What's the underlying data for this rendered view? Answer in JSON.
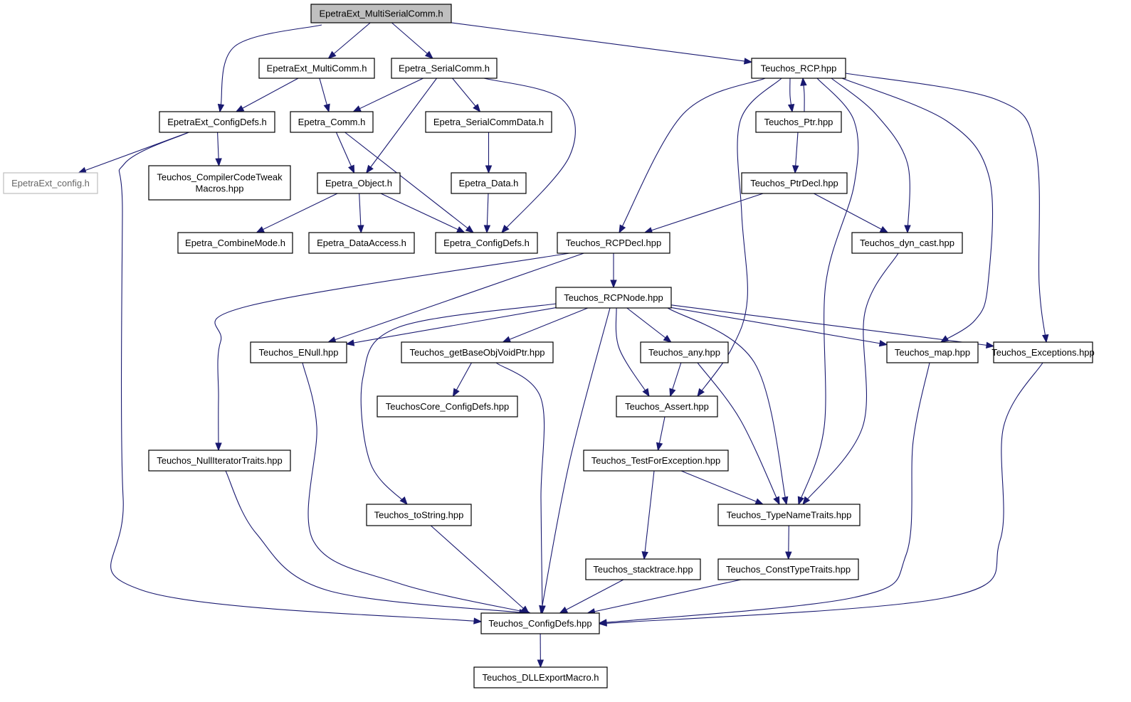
{
  "nodes": [
    {
      "id": "root",
      "label": "EpetraExt_MultiSerialComm.h",
      "style": "root"
    },
    {
      "id": "multicomm",
      "label": "EpetraExt_MultiComm.h"
    },
    {
      "id": "serialcomm",
      "label": "Epetra_SerialComm.h"
    },
    {
      "id": "rcp",
      "label": "Teuchos_RCP.hpp"
    },
    {
      "id": "extconfigdefs",
      "label": "EpetraExt_ConfigDefs.h"
    },
    {
      "id": "comm",
      "label": "Epetra_Comm.h"
    },
    {
      "id": "serialcommdata",
      "label": "Epetra_SerialCommData.h"
    },
    {
      "id": "ptr",
      "label": "Teuchos_Ptr.hpp"
    },
    {
      "id": "extconfig",
      "label": "EpetraExt_config.h",
      "style": "ext"
    },
    {
      "id": "compilertweak",
      "label": [
        "Teuchos_CompilerCodeTweak",
        "Macros.hpp"
      ]
    },
    {
      "id": "object",
      "label": "Epetra_Object.h"
    },
    {
      "id": "data",
      "label": "Epetra_Data.h"
    },
    {
      "id": "ptrdecl",
      "label": "Teuchos_PtrDecl.hpp"
    },
    {
      "id": "combinemode",
      "label": "Epetra_CombineMode.h"
    },
    {
      "id": "dataaccess",
      "label": "Epetra_DataAccess.h"
    },
    {
      "id": "epconfigdefs",
      "label": "Epetra_ConfigDefs.h"
    },
    {
      "id": "rcpdecl",
      "label": "Teuchos_RCPDecl.hpp"
    },
    {
      "id": "dyncast",
      "label": "Teuchos_dyn_cast.hpp"
    },
    {
      "id": "rcpnode",
      "label": "Teuchos_RCPNode.hpp"
    },
    {
      "id": "enull",
      "label": "Teuchos_ENull.hpp"
    },
    {
      "id": "getbase",
      "label": "Teuchos_getBaseObjVoidPtr.hpp"
    },
    {
      "id": "any",
      "label": "Teuchos_any.hpp"
    },
    {
      "id": "map",
      "label": "Teuchos_map.hpp"
    },
    {
      "id": "exceptions",
      "label": "Teuchos_Exceptions.hpp"
    },
    {
      "id": "coreconfig",
      "label": "TeuchosCore_ConfigDefs.hpp"
    },
    {
      "id": "assert",
      "label": "Teuchos_Assert.hpp"
    },
    {
      "id": "nulliter",
      "label": "Teuchos_NullIteratorTraits.hpp"
    },
    {
      "id": "testexc",
      "label": "Teuchos_TestForException.hpp"
    },
    {
      "id": "tostring",
      "label": "Teuchos_toString.hpp"
    },
    {
      "id": "typename",
      "label": "Teuchos_TypeNameTraits.hpp"
    },
    {
      "id": "stacktrace",
      "label": "Teuchos_stacktrace.hpp"
    },
    {
      "id": "consttype",
      "label": "Teuchos_ConstTypeTraits.hpp"
    },
    {
      "id": "teuchosconfig",
      "label": "Teuchos_ConfigDefs.hpp"
    },
    {
      "id": "dllexport",
      "label": "Teuchos_DLLExportMacro.h"
    }
  ],
  "edges": [
    [
      "root",
      "multicomm"
    ],
    [
      "root",
      "serialcomm"
    ],
    [
      "root",
      "rcp"
    ],
    [
      "root",
      "extconfigdefs"
    ],
    [
      "multicomm",
      "extconfigdefs"
    ],
    [
      "multicomm",
      "comm"
    ],
    [
      "serialcomm",
      "comm"
    ],
    [
      "serialcomm",
      "object"
    ],
    [
      "serialcomm",
      "serialcommdata"
    ],
    [
      "serialcomm",
      "epconfigdefs"
    ],
    [
      "extconfigdefs",
      "extconfig"
    ],
    [
      "extconfigdefs",
      "compilertweak"
    ],
    [
      "extconfigdefs",
      "teuchosconfig"
    ],
    [
      "comm",
      "object"
    ],
    [
      "comm",
      "epconfigdefs"
    ],
    [
      "serialcommdata",
      "data"
    ],
    [
      "data",
      "epconfigdefs"
    ],
    [
      "object",
      "combinemode"
    ],
    [
      "object",
      "dataaccess"
    ],
    [
      "object",
      "epconfigdefs"
    ],
    [
      "rcp",
      "ptr"
    ],
    [
      "ptr",
      "rcp"
    ],
    [
      "rcp",
      "rcpdecl"
    ],
    [
      "rcp",
      "assert"
    ],
    [
      "rcp",
      "typename"
    ],
    [
      "rcp",
      "dyncast"
    ],
    [
      "rcp",
      "map"
    ],
    [
      "rcp",
      "exceptions"
    ],
    [
      "ptr",
      "ptrdecl"
    ],
    [
      "ptrdecl",
      "rcpdecl"
    ],
    [
      "ptrdecl",
      "dyncast"
    ],
    [
      "dyncast",
      "typename"
    ],
    [
      "rcpdecl",
      "rcpnode"
    ],
    [
      "rcpdecl",
      "enull"
    ],
    [
      "rcpdecl",
      "nulliter"
    ],
    [
      "rcpnode",
      "enull"
    ],
    [
      "rcpnode",
      "getbase"
    ],
    [
      "rcpnode",
      "any"
    ],
    [
      "rcpnode",
      "map"
    ],
    [
      "rcpnode",
      "exceptions"
    ],
    [
      "rcpnode",
      "assert"
    ],
    [
      "rcpnode",
      "typename"
    ],
    [
      "rcpnode",
      "tostring"
    ],
    [
      "rcpnode",
      "teuchosconfig"
    ],
    [
      "getbase",
      "coreconfig"
    ],
    [
      "getbase",
      "teuchosconfig"
    ],
    [
      "any",
      "assert"
    ],
    [
      "any",
      "typename"
    ],
    [
      "assert",
      "testexc"
    ],
    [
      "testexc",
      "typename"
    ],
    [
      "testexc",
      "stacktrace"
    ],
    [
      "typename",
      "consttype"
    ],
    [
      "enull",
      "teuchosconfig"
    ],
    [
      "nulliter",
      "teuchosconfig"
    ],
    [
      "tostring",
      "teuchosconfig"
    ],
    [
      "stacktrace",
      "teuchosconfig"
    ],
    [
      "consttype",
      "teuchosconfig"
    ],
    [
      "map",
      "teuchosconfig"
    ],
    [
      "exceptions",
      "teuchosconfig"
    ],
    [
      "teuchosconfig",
      "dllexport"
    ]
  ],
  "colors": {
    "edge": "#191970",
    "root_fill": "#bfbfbf",
    "external_border": "#bfbfbf"
  }
}
